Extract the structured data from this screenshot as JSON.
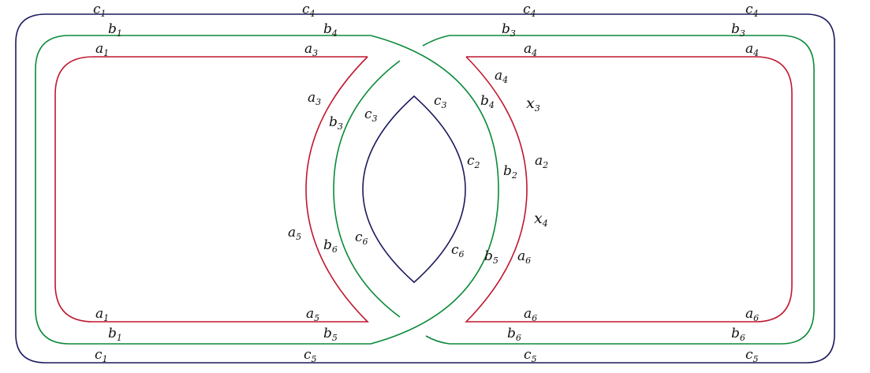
{
  "colors": {
    "a": "#c0172f",
    "b": "#0b8a3a",
    "c": "#1b1a5e"
  },
  "labels": {
    "c1_top": {
      "base": "c",
      "sub": "1"
    },
    "c4_top_mid": {
      "base": "c",
      "sub": "4"
    },
    "c4_top_right1": {
      "base": "c",
      "sub": "4"
    },
    "c4_top_right2": {
      "base": "c",
      "sub": "4"
    },
    "b1_top": {
      "base": "b",
      "sub": "1"
    },
    "b4_top": {
      "base": "b",
      "sub": "4"
    },
    "b3_top_right1": {
      "base": "b",
      "sub": "3"
    },
    "b3_top_right2": {
      "base": "b",
      "sub": "3"
    },
    "a1_top": {
      "base": "a",
      "sub": "1"
    },
    "a3_top": {
      "base": "a",
      "sub": "3"
    },
    "a4_top_right1": {
      "base": "a",
      "sub": "4"
    },
    "a4_top_right2": {
      "base": "a",
      "sub": "4"
    },
    "a4_arc": {
      "base": "a",
      "sub": "4"
    },
    "b4_arc": {
      "base": "b",
      "sub": "4"
    },
    "x3": {
      "base": "x",
      "sub": "3"
    },
    "a3_arc": {
      "base": "a",
      "sub": "3"
    },
    "b3_arc": {
      "base": "b",
      "sub": "3"
    },
    "c3_left": {
      "base": "c",
      "sub": "3"
    },
    "c3_right": {
      "base": "c",
      "sub": "3"
    },
    "c2": {
      "base": "c",
      "sub": "2"
    },
    "b2": {
      "base": "b",
      "sub": "2"
    },
    "a2": {
      "base": "a",
      "sub": "2"
    },
    "x4": {
      "base": "x",
      "sub": "4"
    },
    "a5_arc": {
      "base": "a",
      "sub": "5"
    },
    "b6_arc": {
      "base": "b",
      "sub": "6"
    },
    "c6_left": {
      "base": "c",
      "sub": "6"
    },
    "c6_right": {
      "base": "c",
      "sub": "6"
    },
    "b5_arc": {
      "base": "b",
      "sub": "5"
    },
    "a6_arc": {
      "base": "a",
      "sub": "6"
    },
    "a1_bot": {
      "base": "a",
      "sub": "1"
    },
    "a5_bot": {
      "base": "a",
      "sub": "5"
    },
    "a6_bot_right1": {
      "base": "a",
      "sub": "6"
    },
    "a6_bot_right2": {
      "base": "a",
      "sub": "6"
    },
    "b1_bot": {
      "base": "b",
      "sub": "1"
    },
    "b5_bot": {
      "base": "b",
      "sub": "5"
    },
    "b6_bot_right1": {
      "base": "b",
      "sub": "6"
    },
    "b6_bot_right2": {
      "base": "b",
      "sub": "6"
    },
    "c1_bot": {
      "base": "c",
      "sub": "1"
    },
    "c5_bot_mid": {
      "base": "c",
      "sub": "5"
    },
    "c5_bot_right1": {
      "base": "c",
      "sub": "5"
    },
    "c5_bot_right2": {
      "base": "c",
      "sub": "5"
    }
  }
}
